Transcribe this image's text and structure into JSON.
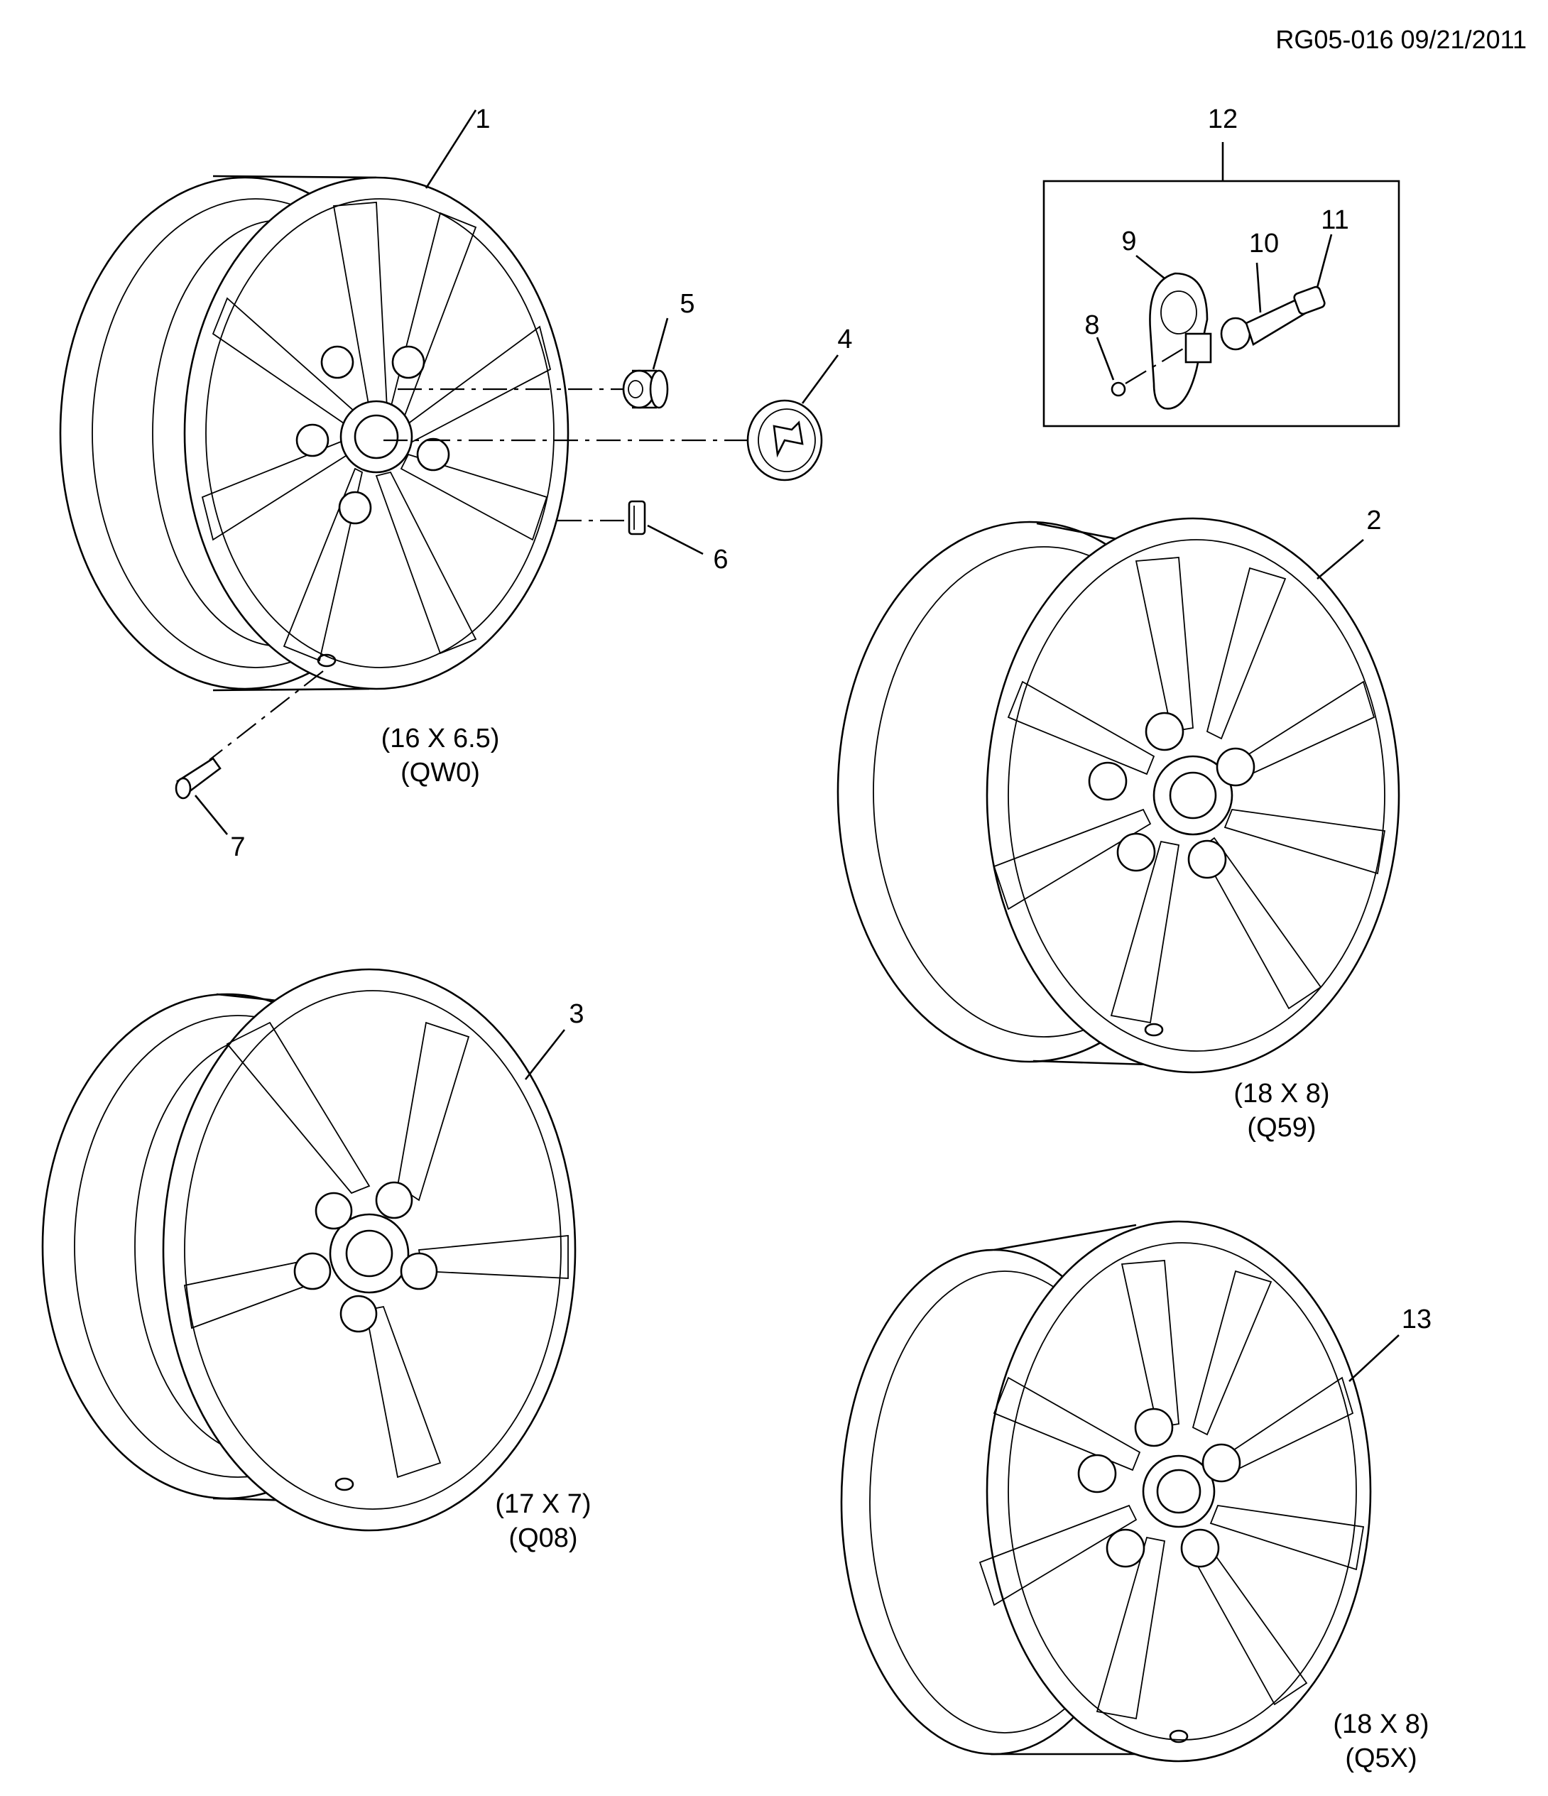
{
  "header": {
    "reference": "RG05-016 09/21/2011"
  },
  "callouts": [
    {
      "id": "1",
      "label": "1"
    },
    {
      "id": "2",
      "label": "2"
    },
    {
      "id": "3",
      "label": "3"
    },
    {
      "id": "4",
      "label": "4"
    },
    {
      "id": "5",
      "label": "5"
    },
    {
      "id": "6",
      "label": "6"
    },
    {
      "id": "7",
      "label": "7"
    },
    {
      "id": "8",
      "label": "8"
    },
    {
      "id": "9",
      "label": "9"
    },
    {
      "id": "10",
      "label": "10"
    },
    {
      "id": "11",
      "label": "11"
    },
    {
      "id": "12",
      "label": "12"
    },
    {
      "id": "13",
      "label": "13"
    }
  ],
  "wheels": [
    {
      "callout": "1",
      "size": "(16 X 6.5)",
      "code": "(QW0)"
    },
    {
      "callout": "2",
      "size": "(18 X 8)",
      "code": "(Q59)"
    },
    {
      "callout": "3",
      "size": "(17 X 7)",
      "code": "(Q08)"
    },
    {
      "callout": "13",
      "size": "(18 X 8)",
      "code": "(Q5X)"
    }
  ]
}
